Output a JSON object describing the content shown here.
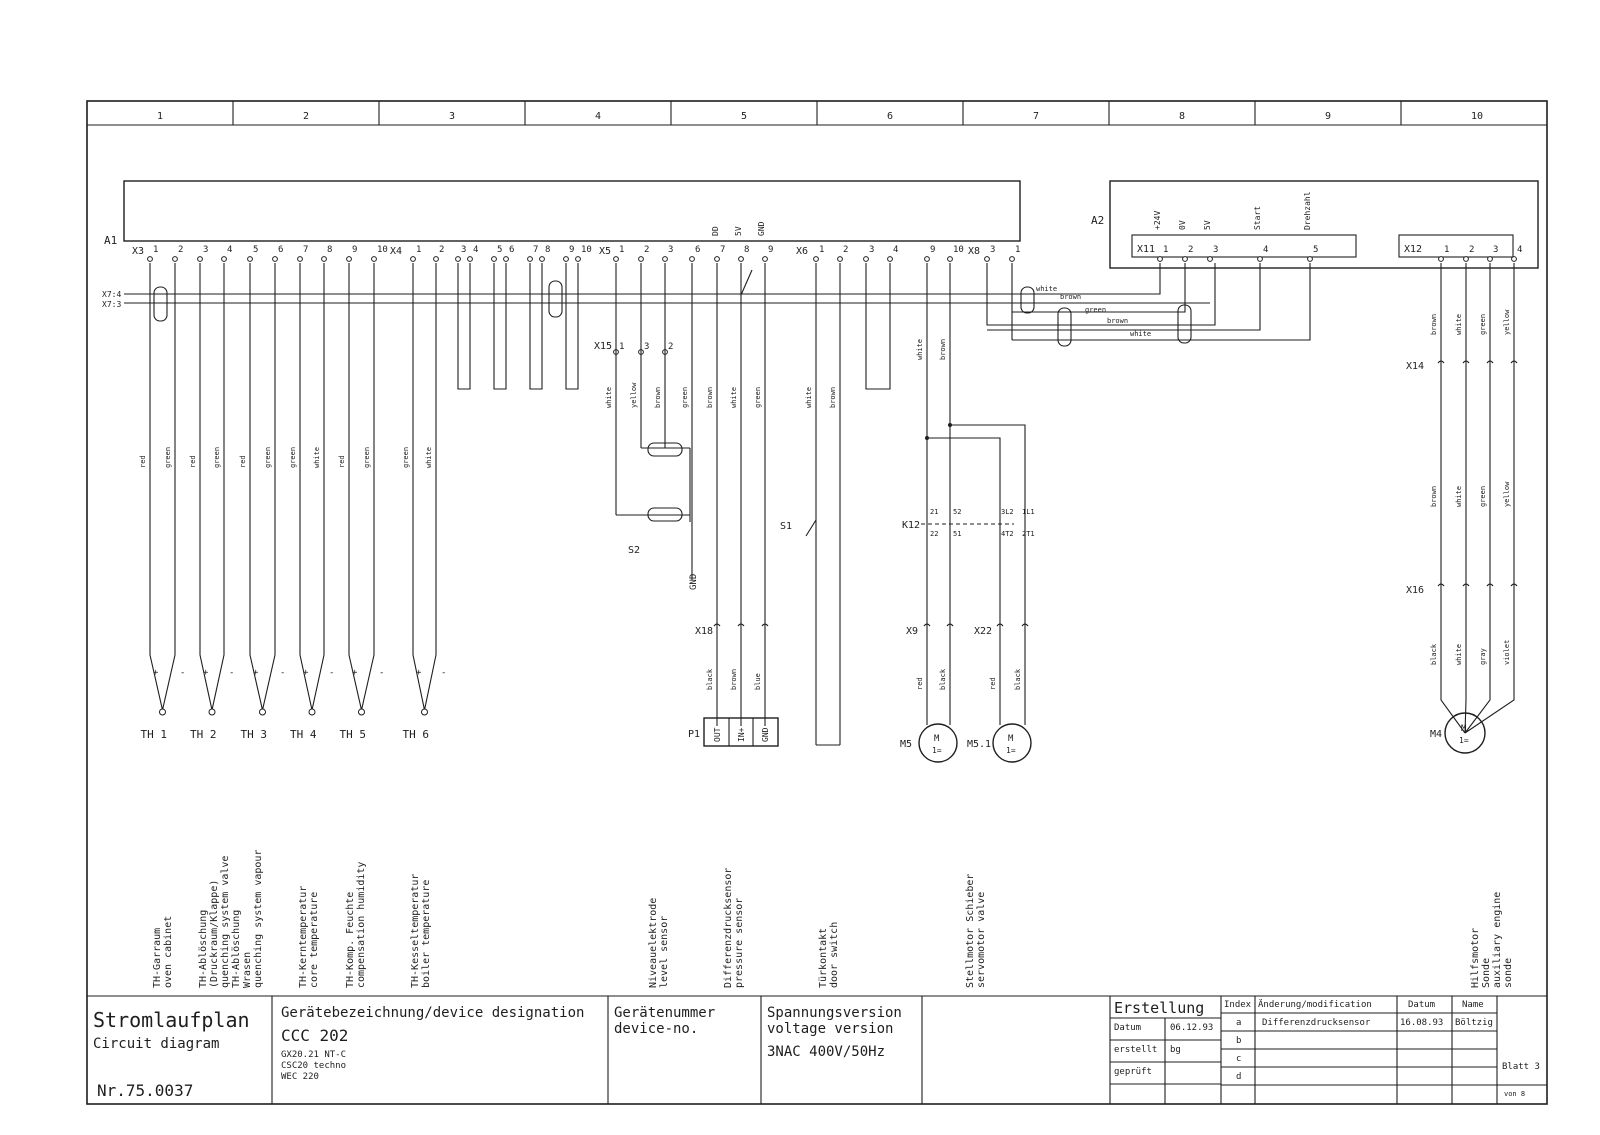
{
  "sheet": {
    "column_numbers": [
      "1",
      "2",
      "3",
      "4",
      "5",
      "6",
      "7",
      "8",
      "9",
      "10"
    ]
  },
  "modules": {
    "a1": "A1",
    "a2": "A2",
    "a2_signals": [
      "+24V",
      "0V",
      "5V",
      "Start",
      "Drehzahl"
    ],
    "a1_signals": [
      "DD",
      "5V",
      "GND"
    ]
  },
  "connectors": {
    "x3": "X3",
    "x4": "X4",
    "x5": "X5",
    "x6": "X6",
    "x8": "X8",
    "x11": "X11",
    "x12": "X12",
    "x14": "X14",
    "x15": "X15",
    "x16": "X16",
    "x18": "X18",
    "x9": "X9",
    "x22": "X22",
    "x7_4": "X7:4",
    "x7_3": "X7:3"
  },
  "components": {
    "s1": "S1",
    "s2": "S2",
    "k12": "K12",
    "p1": "P1",
    "m5": "M5",
    "m51": "M5.1",
    "m4": "M4",
    "motor_symbol": "M",
    "motor_dc": "1=",
    "gnd": "GND",
    "p1_pins": [
      "OUT",
      "IN+",
      "GND"
    ],
    "k12_contacts": [
      "21",
      "52",
      "3L2",
      "1L1",
      "22",
      "51",
      "4T2",
      "2T1"
    ],
    "thermocouples": [
      "TH 1",
      "TH 2",
      "TH 3",
      "TH 4",
      "TH 5",
      "TH 6"
    ]
  },
  "wires": {
    "red": "red",
    "green": "green",
    "white": "white",
    "brown": "brown",
    "yellow": "yellow",
    "black": "black",
    "blue": "blue",
    "gray": "gray",
    "violet": "violet"
  },
  "descriptions": [
    {
      "lines": [
        "TH-Garraum",
        "oven cabinet"
      ]
    },
    {
      "lines": [
        "TH-Ablöschung",
        "(Druckraum/Klappe)",
        "quenching system valve",
        "TH-Ablöschung",
        "Wrasen",
        "quenching system vapour"
      ]
    },
    {
      "lines": [
        "TH-Kerntemperatur",
        "core temperature"
      ]
    },
    {
      "lines": [
        "TH-Komp. Feuchte",
        "compensation humidity"
      ]
    },
    {
      "lines": [
        "TH-Kesseltemperatur",
        "boiler temperature"
      ]
    },
    {
      "lines": [
        "Niveauelektrode",
        "level sensor"
      ]
    },
    {
      "lines": [
        "Differenzdrucksensor",
        "pressure sensor"
      ]
    },
    {
      "lines": [
        "Türkontakt",
        "door switch"
      ]
    },
    {
      "lines": [
        "Stellmotor Schieber",
        "servomotor valve"
      ]
    },
    {
      "lines": [
        "Hilfsmotor",
        "Sonde",
        "auxiliary engine",
        "sonde"
      ]
    }
  ],
  "title_block": {
    "title_de": "Stromlaufplan",
    "title_en": "Circuit diagram",
    "number": "Nr.75.0037",
    "designation_label": "Gerätebezeichnung/device designation",
    "designation_value": "CCC 202",
    "designation_models": [
      "GX20.21 NT-C",
      "CSC20 techno",
      "WEC 220"
    ],
    "device_no_label_de": "Gerätenummer",
    "device_no_label_en": "device-no.",
    "voltage_label_de": "Spannungsversion",
    "voltage_label_en": "voltage version",
    "voltage_value": "3NAC 400V/50Hz",
    "erstellung": "Erstellung",
    "datum_label": "Datum",
    "datum_value": "06.12.93",
    "erstellt_label": "erstellt",
    "erstellt_value": "bg",
    "geprueft_label": "geprüft",
    "rev_headers": [
      "Index",
      "Änderung/modification",
      "Datum",
      "Name"
    ],
    "revisions": [
      {
        "index": "a",
        "change": "Differenzdrucksensor",
        "date": "16.08.93",
        "name": "Böltzig"
      },
      {
        "index": "b",
        "change": "",
        "date": "",
        "name": ""
      },
      {
        "index": "c",
        "change": "",
        "date": "",
        "name": ""
      },
      {
        "index": "d",
        "change": "",
        "date": "",
        "name": ""
      }
    ],
    "blatt": "Blatt 3",
    "von": "von 8"
  }
}
